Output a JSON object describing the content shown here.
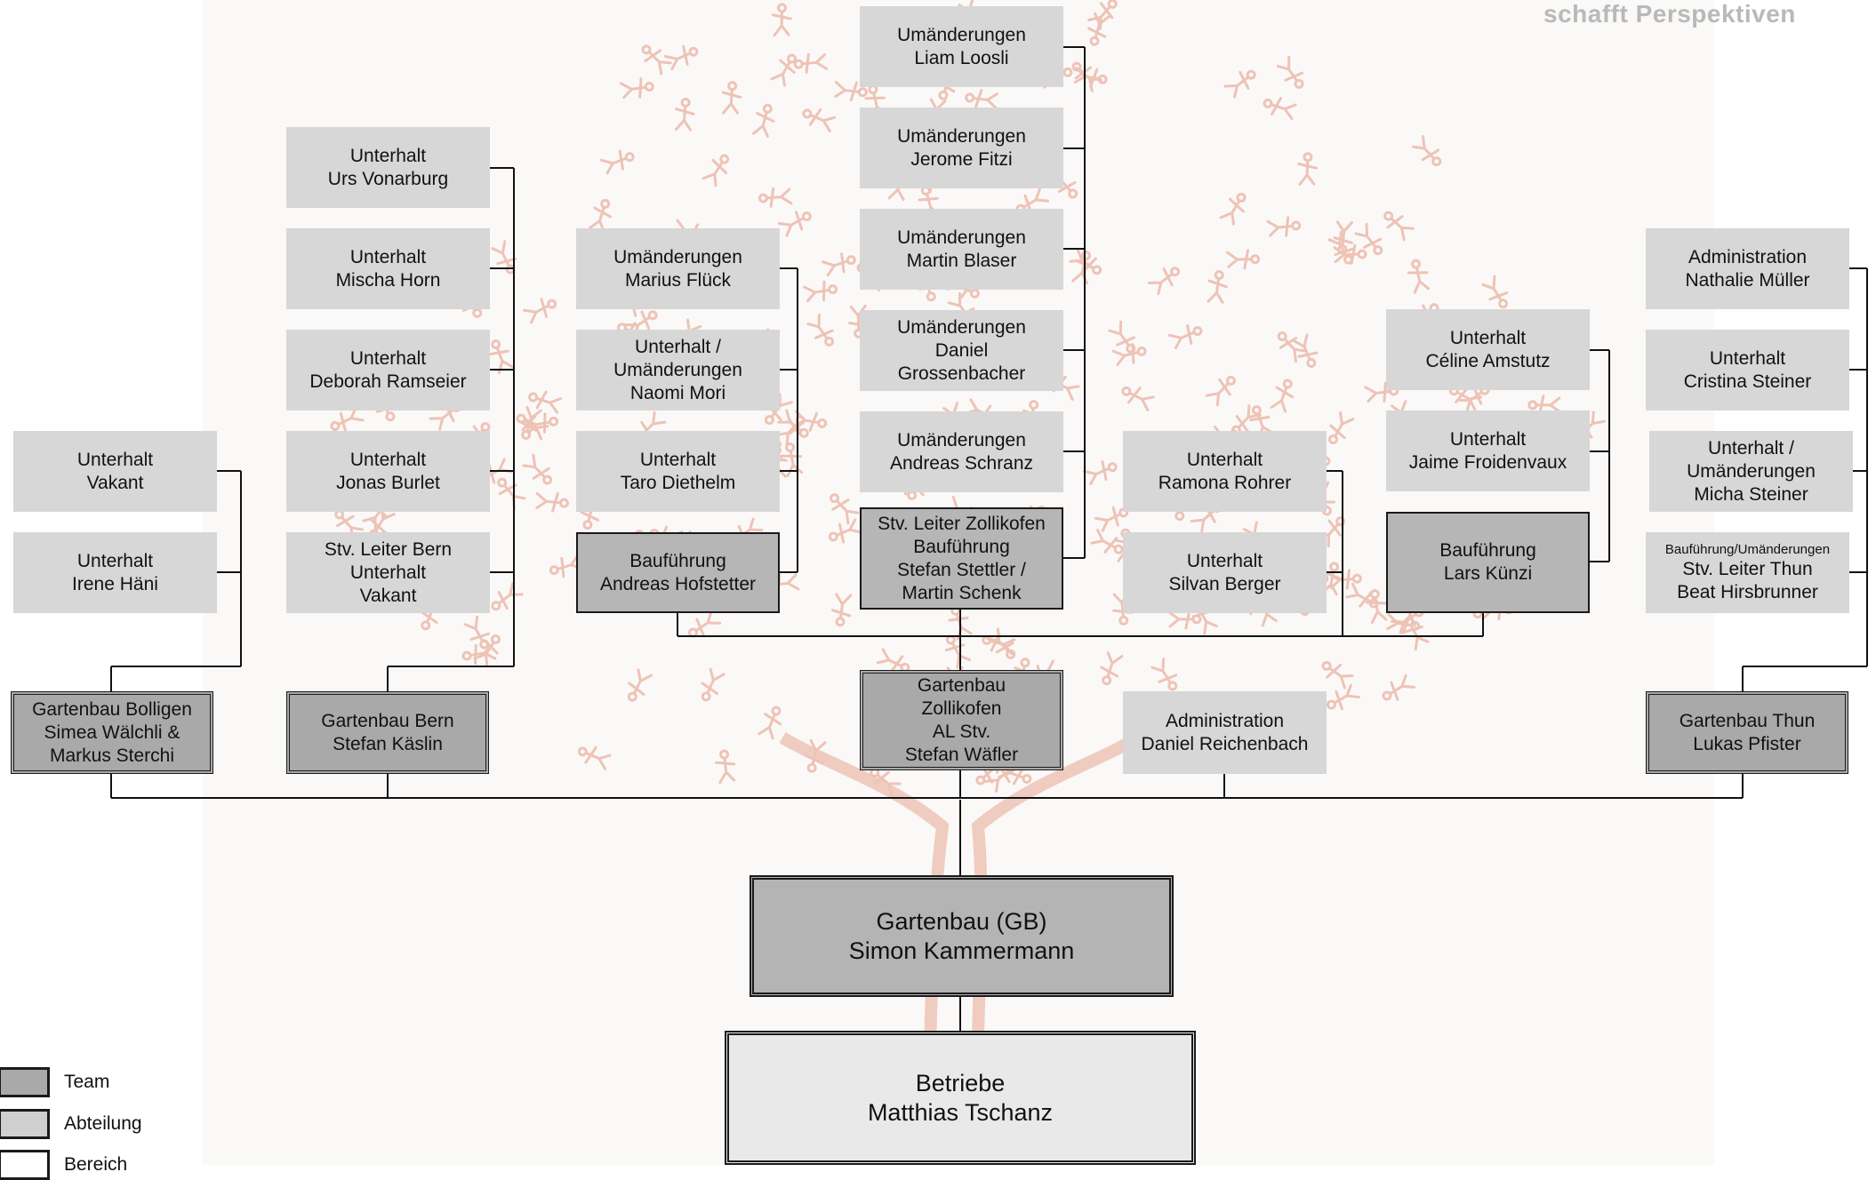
{
  "brand_text": "schafft Perspektiven",
  "legend": {
    "team": "Team",
    "abteilung": "Abteilung",
    "bereich": "Bereich"
  },
  "top": {
    "title": "Gartenbau (GB)",
    "name": "Simon Kammermann"
  },
  "bottom": {
    "title": "Betriebe",
    "name": "Matthias Tschanz"
  },
  "admin_main": {
    "title": "Administration",
    "name": "Daniel Reichenbach"
  },
  "bolligen": {
    "lead": {
      "lines": [
        "Gartenbau Bolligen",
        "Simea Wälchli &",
        "Markus Sterchi"
      ]
    },
    "members": [
      {
        "lines": [
          "Unterhalt",
          "Vakant"
        ]
      },
      {
        "lines": [
          "Unterhalt",
          "Irene Häni"
        ]
      }
    ]
  },
  "bern": {
    "lead": {
      "lines": [
        "Gartenbau Bern",
        "Stefan Käslin"
      ]
    },
    "members": [
      {
        "lines": [
          "Unterhalt",
          "Urs Vonarburg"
        ]
      },
      {
        "lines": [
          "Unterhalt",
          "Mischa Horn"
        ]
      },
      {
        "lines": [
          "Unterhalt",
          "Deborah Ramseier"
        ]
      },
      {
        "lines": [
          "Unterhalt",
          "Jonas Burlet"
        ]
      },
      {
        "lines": [
          "Stv. Leiter Bern",
          "Unterhalt",
          "Vakant"
        ]
      }
    ]
  },
  "zollikofen": {
    "lead": {
      "lines": [
        "Gartenbau",
        "Zollikofen",
        "AL Stv.",
        "Stefan Wäfler"
      ]
    },
    "hofstetter": {
      "lead": {
        "lines": [
          "Bauführung",
          "Andreas Hofstetter"
        ]
      },
      "members": [
        {
          "lines": [
            "Umänderungen",
            "Marius Flück"
          ]
        },
        {
          "lines": [
            "Unterhalt /",
            "Umänderungen",
            "Naomi Mori"
          ]
        },
        {
          "lines": [
            "Unterhalt",
            "Taro Diethelm"
          ]
        }
      ]
    },
    "stettler": {
      "lead": {
        "lines": [
          "Stv. Leiter Zollikofen",
          "Bauführung",
          "Stefan Stettler /",
          "Martin Schenk"
        ]
      },
      "members": [
        {
          "lines": [
            "Umänderungen",
            "Liam Loosli"
          ]
        },
        {
          "lines": [
            "Umänderungen",
            "Jerome Fitzi"
          ]
        },
        {
          "lines": [
            "Umänderungen",
            "Martin Blaser"
          ]
        },
        {
          "lines": [
            "Umänderungen",
            "Daniel",
            "Grossenbacher"
          ]
        },
        {
          "lines": [
            "Umänderungen",
            "Andreas Schranz"
          ]
        }
      ]
    },
    "direct": [
      {
        "lines": [
          "Unterhalt",
          "Ramona Rohrer"
        ]
      },
      {
        "lines": [
          "Unterhalt",
          "Silvan Berger"
        ]
      }
    ],
    "kuenzi": {
      "lead": {
        "lines": [
          "Bauführung",
          "Lars Künzi"
        ]
      },
      "members": [
        {
          "lines": [
            "Unterhalt",
            "Céline Amstutz"
          ]
        },
        {
          "lines": [
            "Unterhalt",
            "Jaime Froidenvaux"
          ]
        }
      ]
    }
  },
  "thun": {
    "lead": {
      "lines": [
        "Gartenbau Thun",
        "Lukas Pfister"
      ]
    },
    "members": [
      {
        "lines": [
          "Administration",
          "Nathalie Müller"
        ]
      },
      {
        "lines": [
          "Unterhalt",
          "Cristina Steiner"
        ]
      },
      {
        "lines": [
          "Unterhalt /",
          "Umänderungen",
          "Micha Steiner"
        ]
      },
      {
        "lines": [
          "Bauführung/Umänderungen",
          "Stv. Leiter Thun",
          "Beat Hirsbrunner"
        ]
      }
    ]
  }
}
